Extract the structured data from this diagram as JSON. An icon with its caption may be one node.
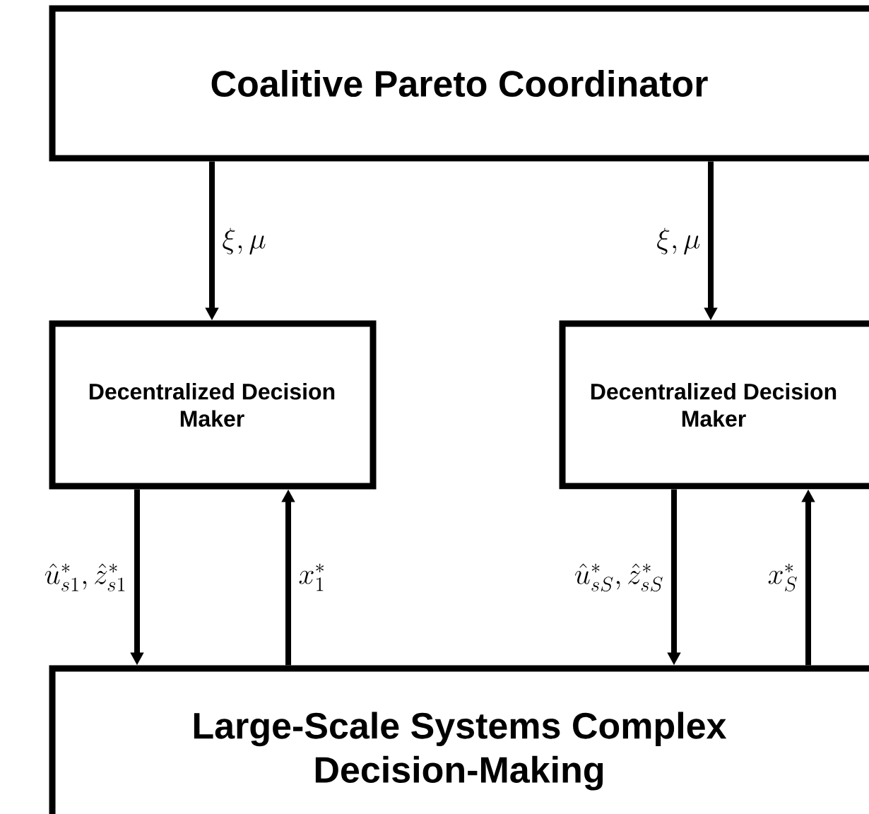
{
  "diagram": {
    "nodes": [
      {
        "text": [
          "Coalitive Pareto Coordinator"
        ]
      },
      {
        "text": [
          "Decentralized Decision Maker"
        ]
      },
      {
        "text": [
          "Decentralized Decision Maker"
        ]
      },
      {
        "text": [
          "Large-Scale Systems Complex Decision-Making"
        ]
      }
    ],
    "edges": [
      {
        "from": 0,
        "to": 1,
        "arrow": "to",
        "label": "\\xi,\\mu"
      },
      {
        "from": 0,
        "to": 2,
        "arrow": "to",
        "label": "\\xi,\\mu"
      },
      {
        "from": 1,
        "to": 3,
        "arrow": "to",
        "label": "\\hat{u}^{*}_{s1},\\hat{z}^{*}_{s1}"
      },
      {
        "from": 3,
        "to": 1,
        "arrow": "to",
        "label": "x^{*}_{1}"
      },
      {
        "from": 2,
        "to": 3,
        "arrow": "to",
        "label": "\\hat{u}^{*}_{sS},\\hat{z}^{*}_{sS}"
      },
      {
        "from": 3,
        "to": 2,
        "arrow": "to",
        "label": "x^{*}_{S}"
      }
    ]
  }
}
